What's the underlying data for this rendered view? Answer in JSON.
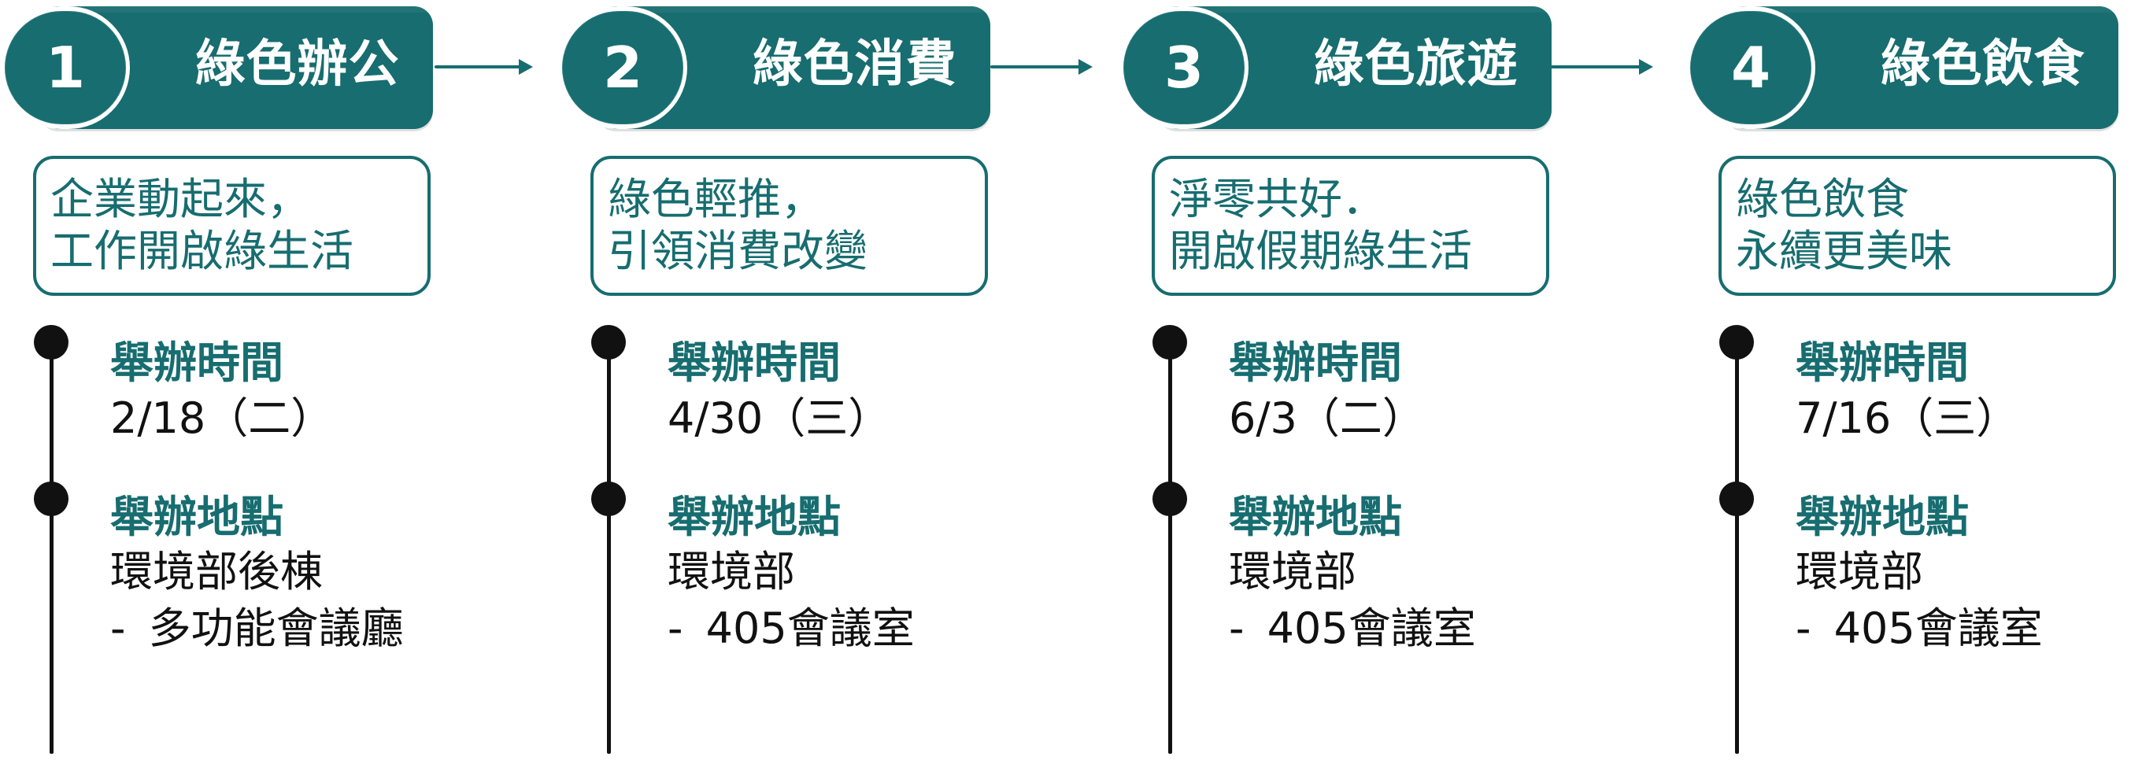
{
  "steps": [
    {
      "number": "1",
      "title": "綠色辦公",
      "slogan_lines": [
        "企業動起來，",
        "工作開啟綠生活"
      ],
      "time_label": "舉辦時間",
      "date": "2/18（二）",
      "place_label": "舉辦地點",
      "place_line1": "環境部後棟",
      "place_line2_prefix": "-",
      "place_line2": "多功能會議廳"
    },
    {
      "number": "2",
      "title": "綠色消費",
      "slogan_lines": [
        "綠色輕推，",
        "引領消費改變"
      ],
      "time_label": "舉辦時間",
      "date": "4/30（三）",
      "place_label": "舉辦地點",
      "place_line1": "環境部",
      "place_line2_prefix": "-",
      "place_line2": "405會議室"
    },
    {
      "number": "3",
      "title": "綠色旅遊",
      "slogan_lines": [
        "淨零共好．",
        "開啟假期綠生活"
      ],
      "time_label": "舉辦時間",
      "date": "6/3（二）",
      "place_label": "舉辦地點",
      "place_line1": "環境部",
      "place_line2_prefix": "-",
      "place_line2": "405會議室"
    },
    {
      "number": "4",
      "title": "綠色飲食",
      "slogan_lines": [
        "綠色飲食",
        "永續更美味"
      ],
      "time_label": "舉辦時間",
      "date": "7/16（三）",
      "place_label": "舉辦地點",
      "place_line1": "環境部",
      "place_line2_prefix": "-",
      "place_line2": "405會議室"
    }
  ],
  "colors": {
    "primary": "#176d70",
    "text": "#111111",
    "background": "#ffffff"
  }
}
